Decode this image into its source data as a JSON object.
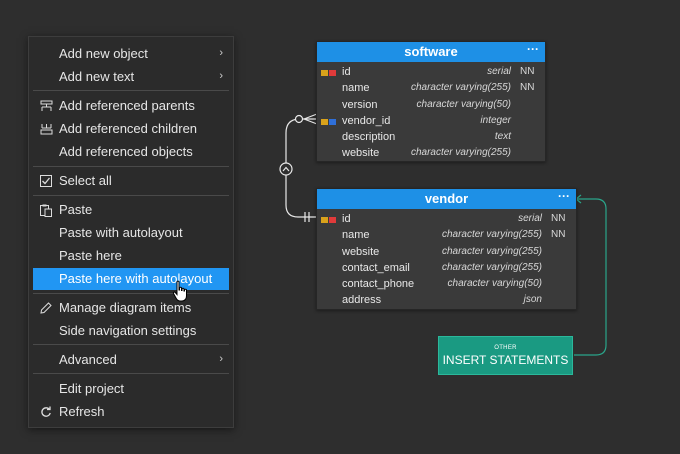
{
  "menu": {
    "items": [
      {
        "label": "Add new object",
        "submenu": true,
        "icon": ""
      },
      {
        "label": "Add new text",
        "submenu": true,
        "icon": ""
      },
      {
        "label": "Add referenced parents",
        "icon": "referenced-parents-icon"
      },
      {
        "label": "Add referenced children",
        "icon": "referenced-children-icon"
      },
      {
        "label": "Add referenced objects",
        "icon": ""
      },
      {
        "label": "Select all",
        "icon": "checkbox-icon"
      },
      {
        "label": "Paste",
        "icon": "paste-icon"
      },
      {
        "label": "Paste with autolayout",
        "icon": ""
      },
      {
        "label": "Paste here",
        "icon": ""
      },
      {
        "label": "Paste here with autolayout",
        "icon": "",
        "active": true
      },
      {
        "label": "Manage diagram items",
        "icon": "pencil-icon"
      },
      {
        "label": "Side navigation settings",
        "icon": ""
      },
      {
        "label": "Advanced",
        "submenu": true,
        "icon": ""
      },
      {
        "label": "Edit project",
        "icon": ""
      },
      {
        "label": "Refresh",
        "icon": "refresh-icon"
      }
    ]
  },
  "tables": {
    "software": {
      "title": "software",
      "menu": "···",
      "rows": [
        {
          "name": "id",
          "type": "serial",
          "nn": "NN",
          "key": "pk"
        },
        {
          "name": "name",
          "type": "character varying(255)",
          "nn": "NN",
          "key": ""
        },
        {
          "name": "version",
          "type": "character varying(50)",
          "nn": "",
          "key": ""
        },
        {
          "name": "vendor_id",
          "type": "integer",
          "nn": "",
          "key": "fk"
        },
        {
          "name": "description",
          "type": "text",
          "nn": "",
          "key": ""
        },
        {
          "name": "website",
          "type": "character varying(255)",
          "nn": "",
          "key": ""
        }
      ]
    },
    "vendor": {
      "title": "vendor",
      "menu": "···",
      "rows": [
        {
          "name": "id",
          "type": "serial",
          "nn": "NN",
          "key": "pk"
        },
        {
          "name": "name",
          "type": "character varying(255)",
          "nn": "NN",
          "key": ""
        },
        {
          "name": "website",
          "type": "character varying(255)",
          "nn": "",
          "key": ""
        },
        {
          "name": "contact_email",
          "type": "character varying(255)",
          "nn": "",
          "key": ""
        },
        {
          "name": "contact_phone",
          "type": "character varying(50)",
          "nn": "",
          "key": ""
        },
        {
          "name": "address",
          "type": "json",
          "nn": "",
          "key": ""
        }
      ]
    }
  },
  "note": {
    "category": "OTHER",
    "title": "INSERT STATEMENTS"
  },
  "colors": {
    "accent": "#2196f3",
    "header": "#1e90e6",
    "note": "#1a9a82",
    "line": "#4fb39b"
  }
}
